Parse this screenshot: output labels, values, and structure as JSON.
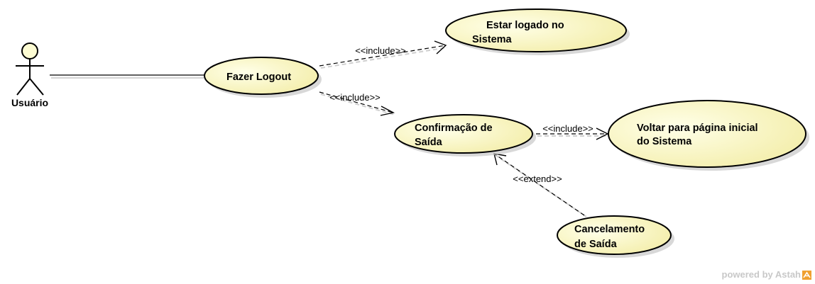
{
  "actor": {
    "name": "Usuário"
  },
  "use_cases": {
    "fazer_logout": {
      "lines": [
        "Fazer Logout"
      ]
    },
    "estar_logado": {
      "lines": [
        "Estar logado no",
        "Sistema"
      ]
    },
    "confirmacao": {
      "lines": [
        "Confirmação de",
        "Saída"
      ]
    },
    "voltar": {
      "lines": [
        "Voltar para página inicial",
        "do Sistema"
      ]
    },
    "cancelamento": {
      "lines": [
        "Cancelamento",
        "de Saída"
      ]
    }
  },
  "relations": {
    "include_1": "<<include>>",
    "include_2": "<<include>>",
    "include_3": "<<include>>",
    "extend_1": "<<extend>>"
  },
  "footer": {
    "powered_by": "powered by Astah"
  },
  "colors": {
    "usecase_fill": "#fdfcd3",
    "usecase_fill_dark": "#f6f1b2",
    "stroke": "#000000",
    "shadow": "#c8c8c8",
    "watermark": "#c8c8c8",
    "logo_orange": "#f0a030"
  }
}
